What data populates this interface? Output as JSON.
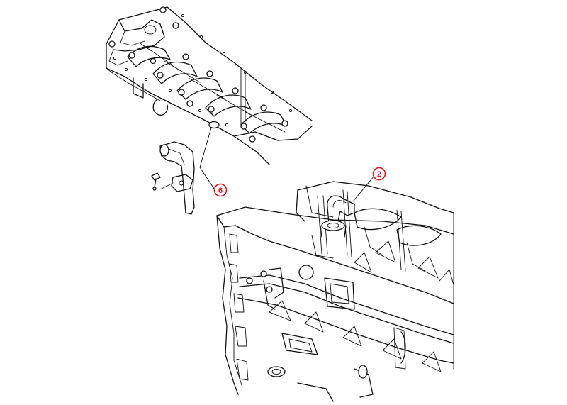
{
  "callouts": [
    {
      "id": "2",
      "label": "2"
    },
    {
      "id": "6",
      "label": "6"
    }
  ],
  "colors": {
    "callout": "#e8141b",
    "line": "#111111",
    "background": "#ffffff"
  }
}
